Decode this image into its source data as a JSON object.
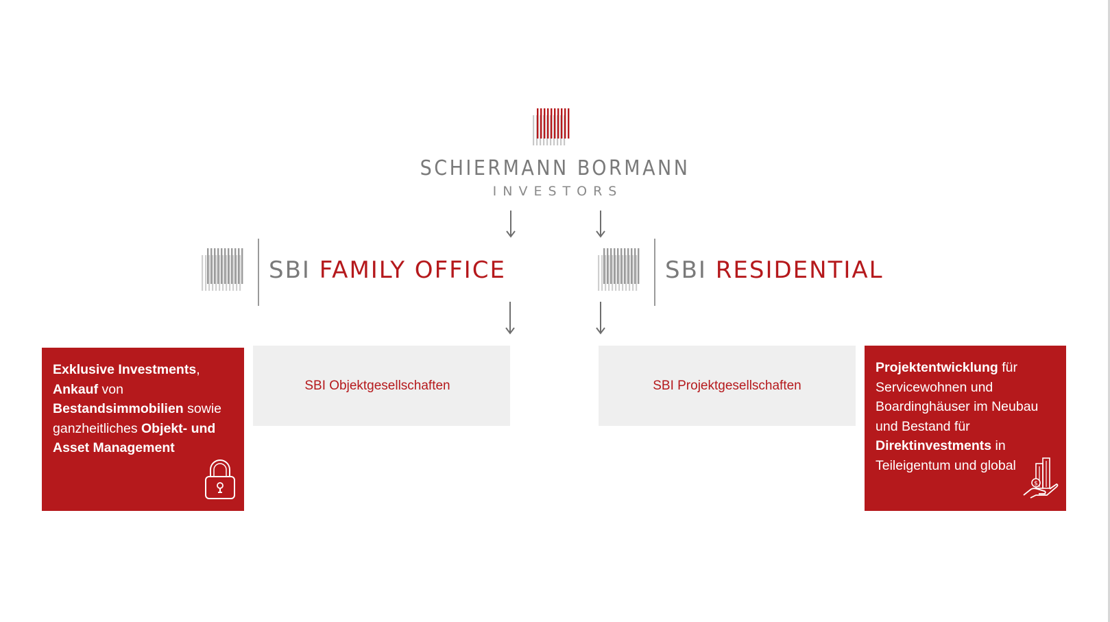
{
  "brand": {
    "name": "SCHIERMANN BORMANN",
    "subtitle": "INVESTORS"
  },
  "family_office": {
    "prefix": "SBI",
    "name": "FAMILY OFFICE",
    "sub_unit": "SBI Objektgesellschaften",
    "description": [
      {
        "text": "Exklusive Investments",
        "bold": true
      },
      {
        "text": ",",
        "bold": false
      },
      {
        "br": true
      },
      {
        "text": "Ankauf",
        "bold": true
      },
      {
        "text": " von",
        "bold": false
      },
      {
        "br": true
      },
      {
        "text": "Bestandsimmobilien",
        "bold": true
      },
      {
        "text": " sowie",
        "bold": false
      },
      {
        "br": true
      },
      {
        "text": "ganzheitliches ",
        "bold": false
      },
      {
        "text": "Objekt- und",
        "bold": true
      },
      {
        "br": true
      },
      {
        "text": "Asset Management",
        "bold": true
      }
    ],
    "icon": "lock-icon"
  },
  "residential": {
    "prefix": "SBI",
    "name": "RESIDENTIAL",
    "sub_unit": "SBI Projektgesellschaften",
    "description": [
      {
        "text": "Projektentwicklung",
        "bold": true
      },
      {
        "text": " für",
        "bold": false
      },
      {
        "br": true
      },
      {
        "text": "Servicewohnen und",
        "bold": false
      },
      {
        "br": true
      },
      {
        "text": "Boardinghäuser im Neubau",
        "bold": false
      },
      {
        "br": true
      },
      {
        "text": "und Bestand für",
        "bold": false
      },
      {
        "br": true
      },
      {
        "text": "Direktinvestments",
        "bold": true
      },
      {
        "text": " in",
        "bold": false
      },
      {
        "br": true
      },
      {
        "text": "Teileigentum und global",
        "bold": false
      }
    ],
    "icon": "building-hand-icon"
  },
  "colors": {
    "accent": "#b5191c",
    "grey_text": "#7a7a7a",
    "box_grey": "#efefef"
  }
}
